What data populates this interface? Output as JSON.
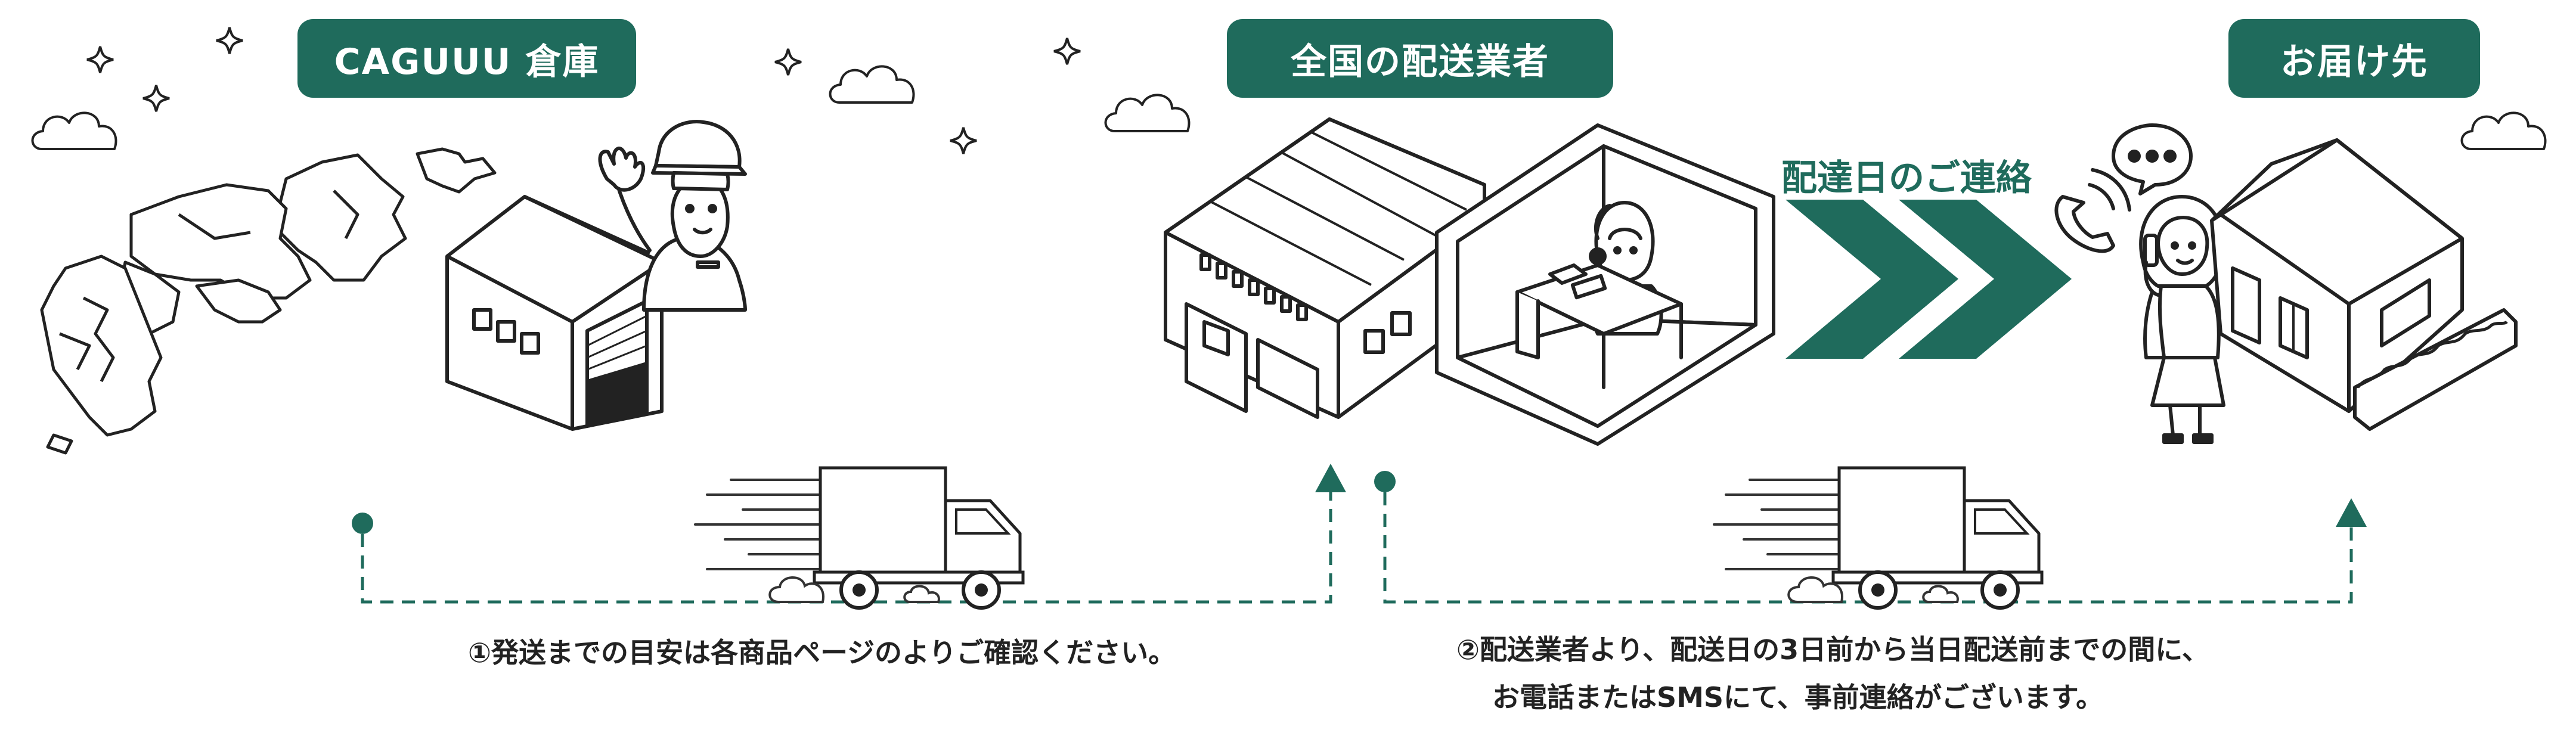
{
  "colors": {
    "accent": "#1f6b5c",
    "line": "#222222",
    "background": "#ffffff"
  },
  "stages": [
    {
      "label": "CAGUUU 倉庫"
    },
    {
      "label": "全国の配送業者"
    },
    {
      "label": "お届け先"
    }
  ],
  "contact_label": "配達日のご連絡",
  "notes": [
    {
      "lines": [
        "①発送までの目安は各商品ページのよりご確認ください。"
      ]
    },
    {
      "lines": [
        "②配送業者より、配送日の3日前から当日配送前までの間に、",
        "お電話またはSMSにて、事前連絡がございます。"
      ]
    }
  ],
  "icons": [
    "japan-map-icon",
    "warehouse-icon",
    "staff-waving-icon",
    "truck-icon",
    "depot-building-icon",
    "operator-office-icon",
    "phone-ringing-icon",
    "speech-bubble-icon",
    "woman-on-phone-icon",
    "house-icon",
    "cloud-icon",
    "sparkle-icon",
    "chevron-right-icon"
  ]
}
